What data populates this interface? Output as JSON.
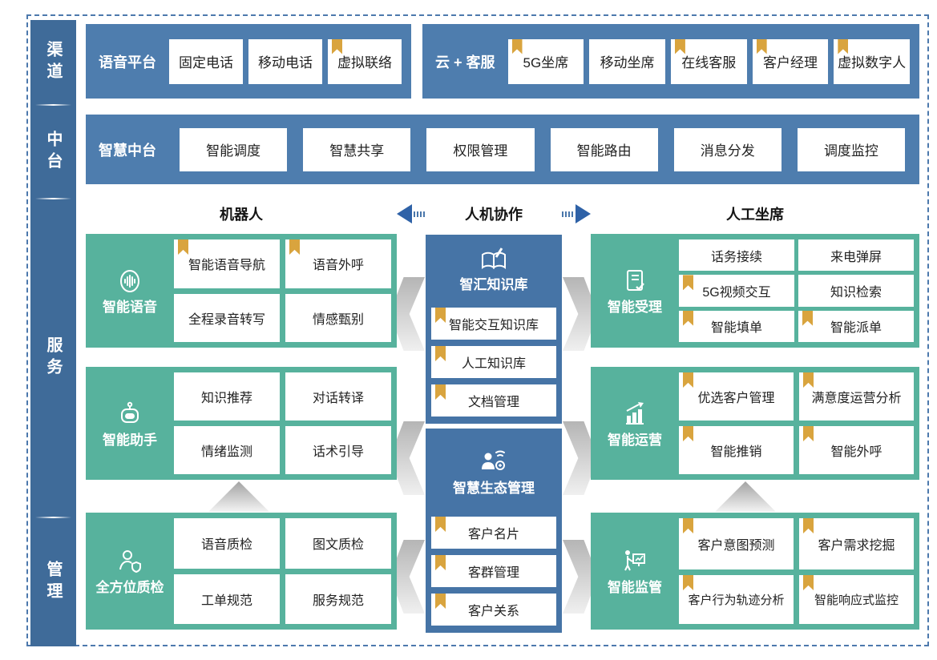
{
  "sidebar": {
    "items": [
      {
        "label": "渠道"
      },
      {
        "label": "中台"
      },
      {
        "label": "服务"
      },
      {
        "label": "管理"
      }
    ]
  },
  "channel_row": {
    "groups": [
      {
        "label": "语音平台",
        "items": [
          {
            "label": "固定电话",
            "bookmark": false
          },
          {
            "label": "移动电话",
            "bookmark": false
          },
          {
            "label": "虚拟联络",
            "bookmark": true
          }
        ]
      },
      {
        "label": "云 + 客服",
        "items": [
          {
            "label": "5G坐席",
            "bookmark": true
          },
          {
            "label": "移动坐席",
            "bookmark": false
          },
          {
            "label": "在线客服",
            "bookmark": true
          },
          {
            "label": "客户经理",
            "bookmark": true
          },
          {
            "label": "虚拟数字人",
            "bookmark": true
          }
        ]
      }
    ]
  },
  "midplatform_row": {
    "label": "智慧中台",
    "items": [
      "智能调度",
      "智慧共享",
      "权限管理",
      "智能路由",
      "消息分发",
      "调度监控"
    ]
  },
  "collab_header": {
    "left": "机器人",
    "center": "人机协作",
    "right": "人工坐席"
  },
  "left_sections": [
    {
      "title": "智能语音",
      "icon": "voice-icon",
      "items": [
        {
          "label": "智能语音导航",
          "bookmark": true
        },
        {
          "label": "语音外呼",
          "bookmark": true
        },
        {
          "label": "全程录音转写",
          "bookmark": false
        },
        {
          "label": "情感甄别",
          "bookmark": false
        }
      ]
    },
    {
      "title": "智能助手",
      "icon": "robot-icon",
      "items": [
        {
          "label": "知识推荐",
          "bookmark": false
        },
        {
          "label": "对话转译",
          "bookmark": false
        },
        {
          "label": "情绪监测",
          "bookmark": false
        },
        {
          "label": "话术引导",
          "bookmark": false
        }
      ]
    },
    {
      "title": "全方位质检",
      "icon": "inspector-icon",
      "items": [
        {
          "label": "语音质检",
          "bookmark": false
        },
        {
          "label": "图文质检",
          "bookmark": false
        },
        {
          "label": "工单规范",
          "bookmark": false
        },
        {
          "label": "服务规范",
          "bookmark": false
        }
      ]
    }
  ],
  "middle_sections": [
    {
      "title": "智汇知识库",
      "icon": "knowledge-book-icon",
      "items": [
        {
          "label": "智能交互知识库",
          "bookmark": true
        },
        {
          "label": "人工知识库",
          "bookmark": true
        },
        {
          "label": "文档管理",
          "bookmark": true
        }
      ]
    },
    {
      "title": "智慧生态管理",
      "icon": "eco-person-icon",
      "items": [
        {
          "label": "客户名片",
          "bookmark": true
        },
        {
          "label": "客群管理",
          "bookmark": true
        },
        {
          "label": "客户关系",
          "bookmark": true
        }
      ]
    }
  ],
  "right_sections": [
    {
      "title": "智能受理",
      "icon": "document-check-icon",
      "items": [
        {
          "label": "话务接续",
          "bookmark": false
        },
        {
          "label": "来电弹屏",
          "bookmark": false
        },
        {
          "label": "5G视频交互",
          "bookmark": true
        },
        {
          "label": "知识检索",
          "bookmark": false
        },
        {
          "label": "智能填单",
          "bookmark": true
        },
        {
          "label": "智能派单",
          "bookmark": true
        }
      ]
    },
    {
      "title": "智能运营",
      "icon": "chart-growth-icon",
      "items": [
        {
          "label": "优选客户管理",
          "bookmark": true
        },
        {
          "label": "满意度运营分析",
          "bookmark": true
        },
        {
          "label": "智能推销",
          "bookmark": true
        },
        {
          "label": "智能外呼",
          "bookmark": true
        }
      ]
    },
    {
      "title": "智能监管",
      "icon": "monitor-presenter-icon",
      "items": [
        {
          "label": "客户意图预测",
          "bookmark": true
        },
        {
          "label": "客户需求挖掘",
          "bookmark": true
        },
        {
          "label": "客户行为轨迹分析",
          "bookmark": true
        },
        {
          "label": "智能响应式监控",
          "bookmark": true
        }
      ]
    }
  ],
  "colors": {
    "band_blue": "#4e7dae",
    "sidebar_blue": "#3f6b99",
    "mid_blue": "#4674a6",
    "teal": "#57b29d",
    "bookmark_gold": "#d9a43e",
    "arrow_blue": "#2f62a7",
    "frame_dash": "#4d79ad"
  }
}
